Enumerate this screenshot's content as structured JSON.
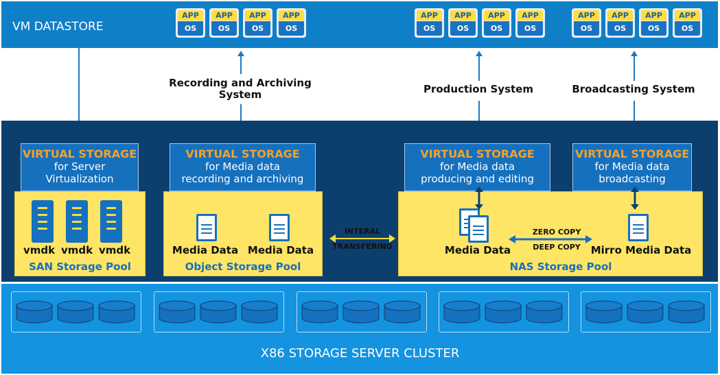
{
  "vm_datastore": {
    "title": "VM DATASTORE"
  },
  "app_chip": {
    "app": "APP",
    "os": "OS"
  },
  "connectors": {
    "recording": "Recording and Archiving System",
    "production": "Production System",
    "broadcasting": "Broadcasting System"
  },
  "virtual_storage": [
    {
      "title": "VIRTUAL STORAGE",
      "line1": "for Server",
      "line2": "Virtualization"
    },
    {
      "title": "VIRTUAL STORAGE",
      "line1": "for Media data",
      "line2": "recording and archiving"
    },
    {
      "title": "VIRTUAL STORAGE",
      "line1": "for Media data",
      "line2": "producing and editing"
    },
    {
      "title": "VIRTUAL STORAGE",
      "line1": "for Media data",
      "line2": "broadcasting"
    }
  ],
  "san_pool": {
    "label": "SAN Storage Pool",
    "items": [
      "vmdk",
      "vmdk",
      "vmdk"
    ]
  },
  "object_pool": {
    "label": "Object Storage Pool",
    "items": [
      "Media Data",
      "Media Data"
    ]
  },
  "nas_pool": {
    "label": "NAS Storage Pool",
    "source": "Media Data",
    "target": "Mirro Media Data",
    "copy_top": "ZERO COPY",
    "copy_bottom": "DEEP COPY"
  },
  "internal_transfer": {
    "line1": "INTERAL",
    "line2": "TRANSFERING"
  },
  "x86": {
    "title": "X86 STORAGE SERVER CLUSTER"
  },
  "colors": {
    "top_band": "#0f7fc8",
    "middle_band": "#0d3f6e",
    "bottom_band": "#1393e0",
    "pool_yellow": "#fee565",
    "accent_orange": "#f6a128"
  }
}
